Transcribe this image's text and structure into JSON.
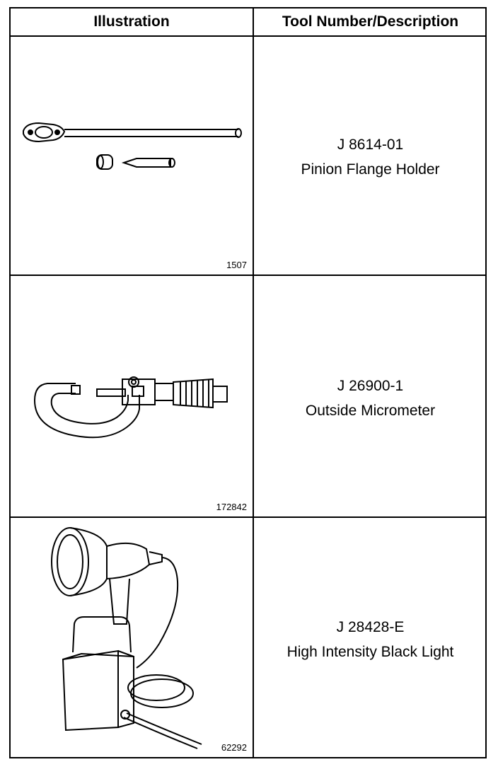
{
  "table": {
    "headers": {
      "illustration": "Illustration",
      "description": "Tool Number/Description"
    },
    "rows": [
      {
        "figure_number": "1507",
        "tool_number": "J 8614-01",
        "description": "Pinion Flange Holder",
        "icon": "pinion-flange-holder-icon"
      },
      {
        "figure_number": "172842",
        "tool_number": "J 26900-1",
        "description": "Outside Micrometer",
        "icon": "outside-micrometer-icon"
      },
      {
        "figure_number": "62292",
        "tool_number": "J 28428-E",
        "description": "High Intensity Black Light",
        "icon": "black-light-icon"
      }
    ]
  }
}
